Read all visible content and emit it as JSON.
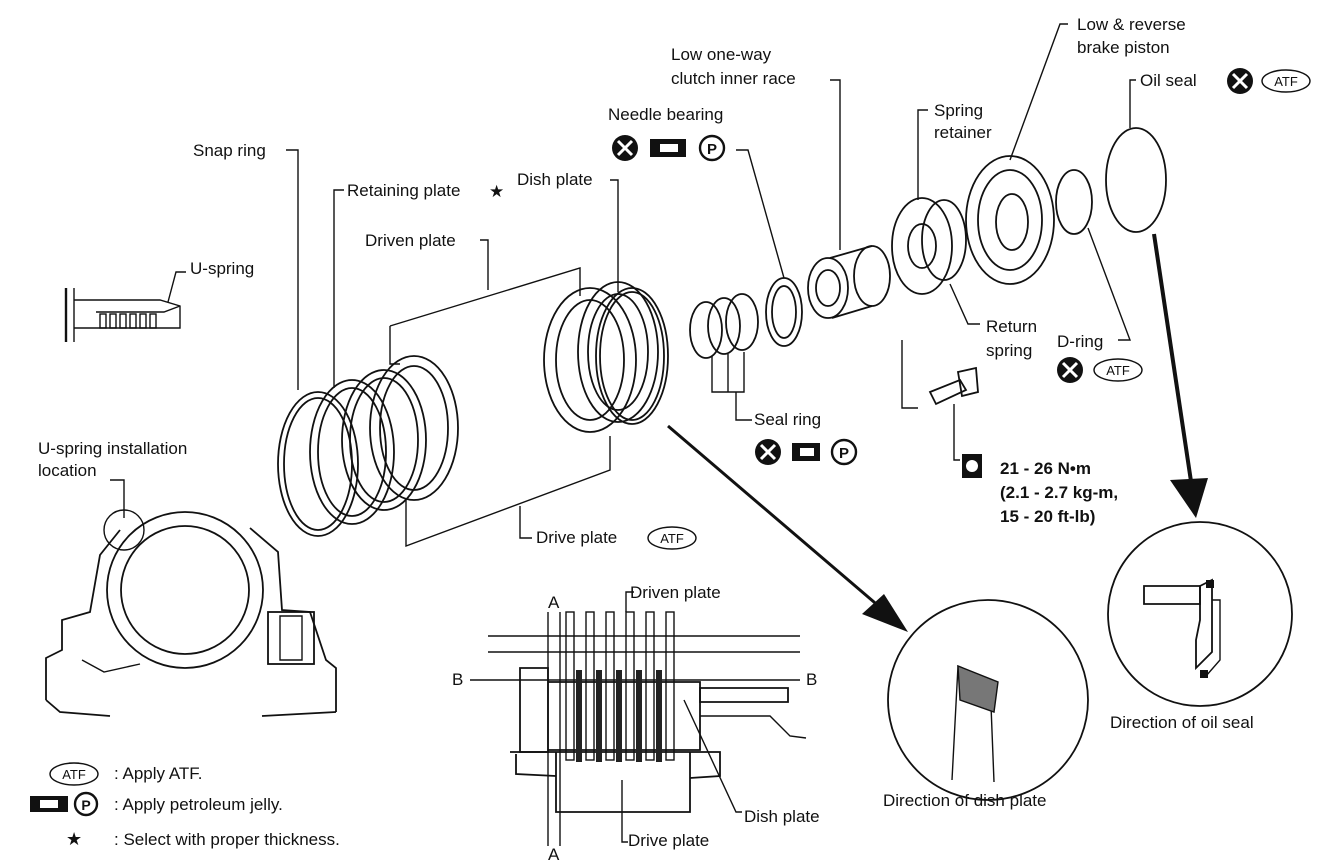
{
  "labels": {
    "snap_ring": "Snap ring",
    "retaining_plate": "Retaining plate",
    "driven_plate": "Driven plate",
    "dish_plate": "Dish plate",
    "drive_plate": "Drive plate",
    "u_spring": "U-spring",
    "u_spring_loc_1": "U-spring installation",
    "u_spring_loc_2": "location",
    "needle_bearing": "Needle bearing",
    "low_oneway_1": "Low one-way",
    "low_oneway_2": "clutch inner race",
    "spring_retainer_1": "Spring",
    "spring_retainer_2": "retainer",
    "lr_piston_1": "Low & reverse",
    "lr_piston_2": "brake piston",
    "oil_seal": "Oil seal",
    "return_spring_1": "Return",
    "return_spring_2": "spring",
    "d_ring": "D-ring",
    "seal_ring": "Seal ring",
    "torque_1": "21 - 26 N•m",
    "torque_2": "(2.1 - 2.7 kg-m,",
    "torque_3": "15 - 20 ft-lb)",
    "dir_dish": "Direction of dish plate",
    "dir_oil": "Direction of oil seal",
    "sec_driven": "Driven plate",
    "sec_dish": "Dish plate",
    "sec_drive": "Drive plate",
    "sec_a_top": "A",
    "sec_a_bottom": "A",
    "sec_b_left": "B",
    "sec_b_right": "B"
  },
  "symbols": {
    "atf": "ATF",
    "petroleum": "P",
    "star": "★"
  },
  "legend": [
    {
      "symbol": "ATF",
      "text": ": Apply ATF."
    },
    {
      "symbol": "P",
      "text": ": Apply petroleum jelly."
    },
    {
      "symbol": "★",
      "text": ": Select with proper thickness."
    }
  ]
}
